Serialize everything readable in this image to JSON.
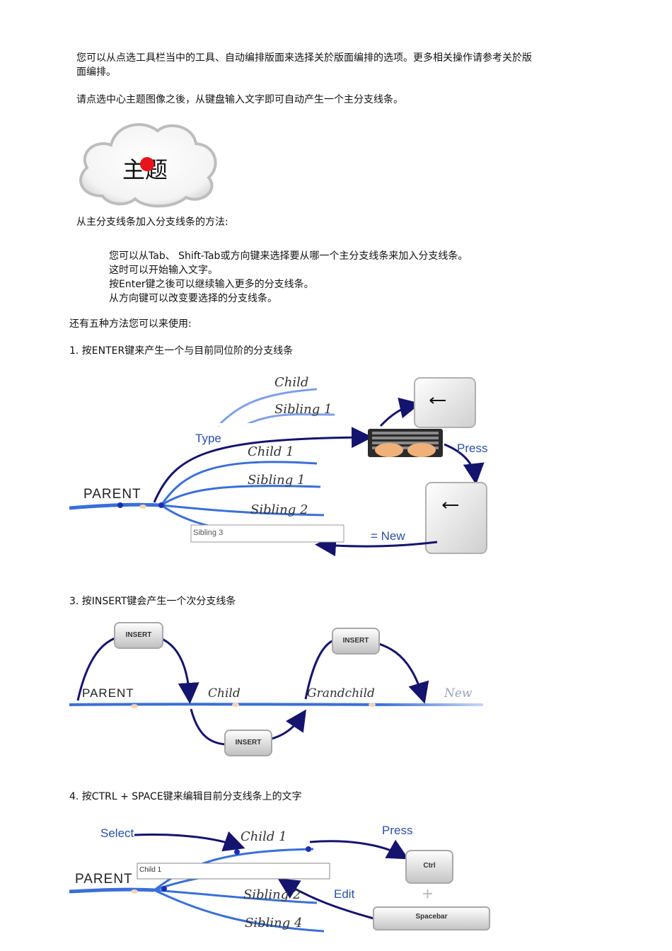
{
  "intro": {
    "line1": "您可以从点选工具栏当中的工具、自动编排版面来选择关於版面编排的选项。更多相关操作请参考关於版",
    "line2": "面编排。",
    "line3": "请点选中心主题图像之後，从键盘输入文字即可自动产生一个主分支线条。"
  },
  "cloud": {
    "text": "主题"
  },
  "method": {
    "heading": "从主分支线条加入分支线条的方法:",
    "items": [
      "您可以从Tab、 Shift-Tab或方向键来选择要从哪一个主分支线条来加入分支线条。",
      "这时可以开始输入文字。",
      "按Enter键之後可以继续输入更多的分支线条。",
      "从方向键可以改变要选择的分支线条。"
    ]
  },
  "five_methods": "还有五种方法您可以来使用:",
  "section1": {
    "title": "1. 按ENTER键来产生一个与目前同位阶的分支线条",
    "labels": {
      "child_top": "Child",
      "sibling1_top": "Sibling 1",
      "type": "Type",
      "child1": "Child 1",
      "sibling1": "Sibling 1",
      "sibling2": "Sibling 2",
      "parent": "PARENT",
      "input_value": "Sibling 3",
      "press": "Press",
      "new": "= New"
    }
  },
  "section3": {
    "title": "3. 按INSERT键会产生一个次分支线条",
    "labels": {
      "insert": "INSERT",
      "parent": "PARENT",
      "child": "Child",
      "grandchild": "Grandchild",
      "new": "New"
    }
  },
  "section4": {
    "title": "4. 按CTRL + SPACE键来编辑目前分支线条上的文字",
    "labels": {
      "select": "Select",
      "child1": "Child 1",
      "press": "Press",
      "parent": "PARENT",
      "input_value": "Child 1",
      "sibling2": "Sibling 2",
      "edit": "Edit",
      "sibling4": "Sibling 4",
      "ctrl": "Ctrl",
      "plus": "+",
      "spacebar": "Spacebar"
    }
  },
  "colors": {
    "branch": "#3a6fd8",
    "arrow": "#14146e",
    "label_blue": "#2a4fa8"
  }
}
